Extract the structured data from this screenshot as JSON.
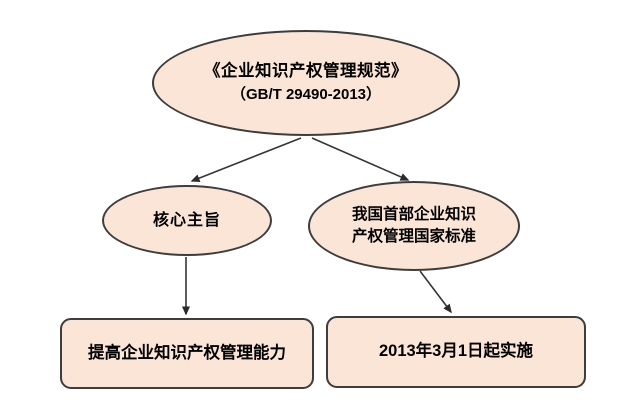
{
  "colors": {
    "node_fill": "#fbe5d6",
    "node_border": "#3d3d3d",
    "arrow": "#363636",
    "text": "#000000",
    "background": "#ffffff"
  },
  "nodes": {
    "top": {
      "line1": "《企业知识产权管理规范》",
      "line2": "（GB/T 29490-2013）"
    },
    "core": {
      "label": "核心主旨"
    },
    "first": {
      "line1": "我国首部企业知识",
      "line2": "产权管理国家标准"
    },
    "improve": {
      "label": "提高企业知识产权管理能力"
    },
    "date": {
      "label": "2013年3月1日起实施"
    }
  },
  "edges": [
    {
      "from": "top",
      "to": "core"
    },
    {
      "from": "top",
      "to": "first"
    },
    {
      "from": "core",
      "to": "improve"
    },
    {
      "from": "first",
      "to": "date"
    }
  ]
}
